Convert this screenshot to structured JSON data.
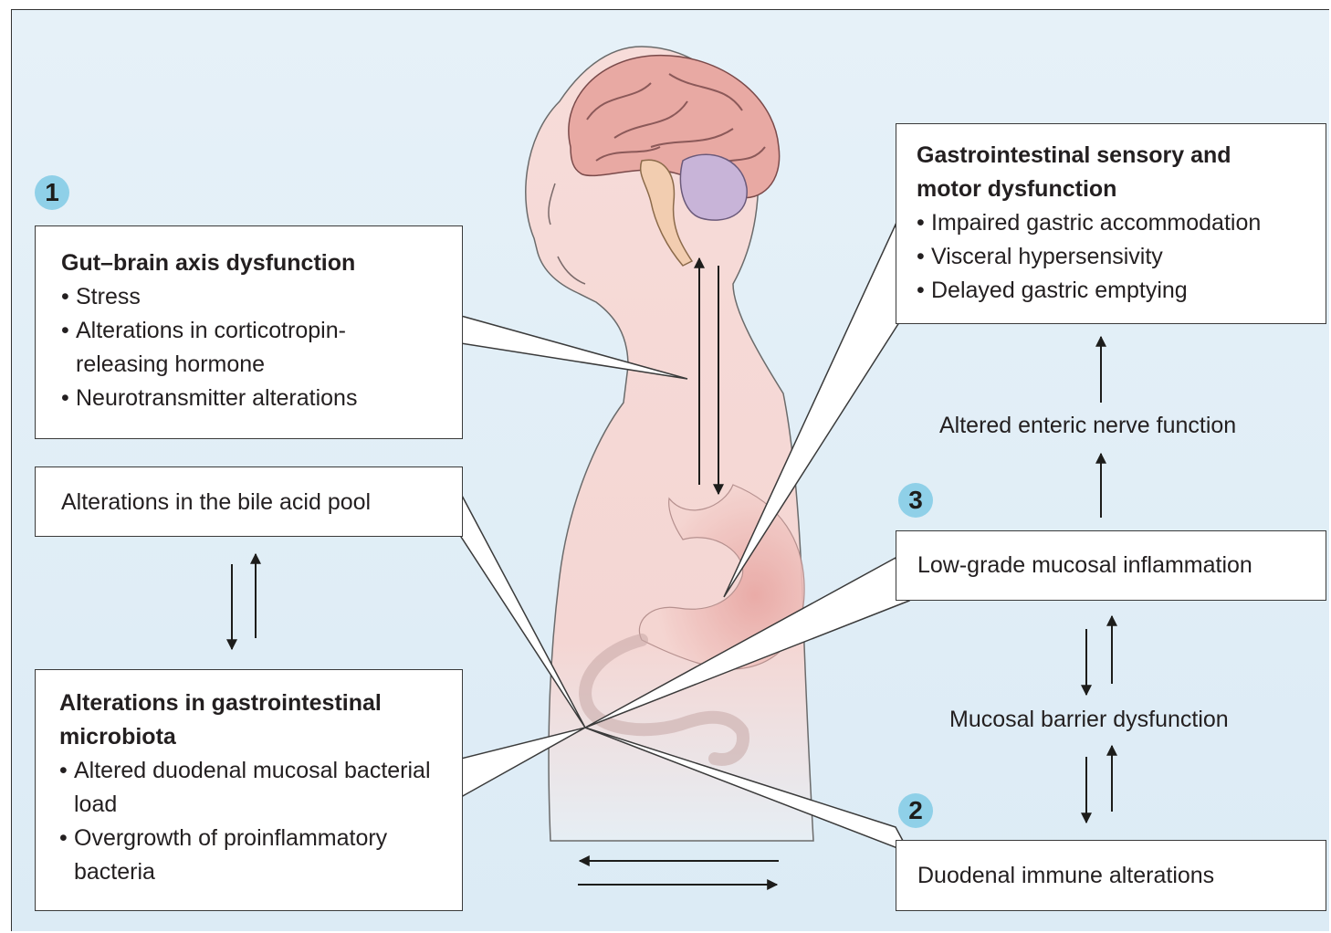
{
  "badges": {
    "one": "1",
    "two": "2",
    "three": "3"
  },
  "gut_brain": {
    "title": "Gut–brain axis dysfunction",
    "items": [
      "Stress",
      "Alterations in corticotropin-releasing hormone",
      "Neurotransmitter alterations"
    ]
  },
  "bile_acid": {
    "label": "Alterations in the bile acid pool"
  },
  "microbiota": {
    "title_line1": "Alterations in gastrointestinal",
    "title_line2": "microbiota",
    "items": [
      "Altered duodenal mucosal bacterial load",
      "Overgrowth of proinflammatory bacteria"
    ]
  },
  "gi_dysfunction": {
    "title_line1": "Gastrointestinal sensory and",
    "title_line2": "motor dysfunction",
    "items": [
      "Impaired gastric accommodation",
      "Visceral hypersensivity",
      "Delayed gastric emptying"
    ]
  },
  "enteric": {
    "label": "Altered enteric nerve function"
  },
  "inflammation": {
    "label": "Low-grade mucosal inflammation"
  },
  "barrier": {
    "label": "Mucosal barrier dysfunction"
  },
  "immune": {
    "label": "Duodenal immune alterations"
  },
  "colors": {
    "background": "#dcebf5",
    "badge": "#8fd0e8",
    "skin": "#f6d9d6",
    "brain": "#e8a9a3",
    "cerebellum": "#c8b4d8",
    "stomach": "#ecb7b2"
  }
}
